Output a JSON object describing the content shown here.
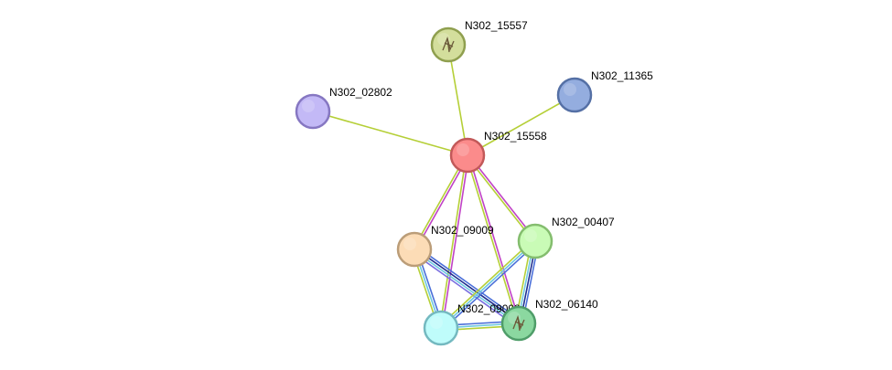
{
  "nodes": [
    {
      "id": "n15557",
      "label": "N302_15557",
      "fill": "#d3de9c",
      "stroke": "#8f9f4f",
      "structure": true
    },
    {
      "id": "n11365",
      "label": "N302_11365",
      "fill": "#94addf",
      "stroke": "#5570a5",
      "structure": false
    },
    {
      "id": "n02802",
      "label": "N302_02802",
      "fill": "#c3b9f6",
      "stroke": "#8677c2",
      "structure": false
    },
    {
      "id": "n15558",
      "label": "N302_15558",
      "fill": "#fb8b8b",
      "stroke": "#c25959",
      "structure": false
    },
    {
      "id": "n09009",
      "label": "N302_09009",
      "fill": "#fcdcb6",
      "stroke": "#bb9d78",
      "structure": false
    },
    {
      "id": "n00407",
      "label": "N302_00407",
      "fill": "#c9fbb6",
      "stroke": "#84bd6e",
      "structure": false
    },
    {
      "id": "n09008",
      "label": "N302_09008",
      "fill": "#bffcfb",
      "stroke": "#74b9c0",
      "structure": false
    },
    {
      "id": "n06140",
      "label": "N302_06140",
      "fill": "#8bd8a0",
      "stroke": "#4f9d69",
      "structure": true
    }
  ],
  "edges": [
    {
      "source": "n15558",
      "target": "n15557",
      "colors": [
        "#b5cf37"
      ]
    },
    {
      "source": "n15558",
      "target": "n11365",
      "colors": [
        "#b5cf37"
      ]
    },
    {
      "source": "n15558",
      "target": "n02802",
      "colors": [
        "#b5cf37"
      ]
    },
    {
      "source": "n15558",
      "target": "n09009",
      "colors": [
        "#c042c6",
        "#b5cf37"
      ]
    },
    {
      "source": "n15558",
      "target": "n00407",
      "colors": [
        "#c042c6",
        "#b5cf37"
      ]
    },
    {
      "source": "n15558",
      "target": "n09008",
      "colors": [
        "#c042c6",
        "#b5cf37"
      ]
    },
    {
      "source": "n15558",
      "target": "n06140",
      "colors": [
        "#c042c6",
        "#b5cf37"
      ]
    },
    {
      "source": "n09009",
      "target": "n09008",
      "colors": [
        "#4a6fd9",
        "#6ec8e0",
        "#b5cf37"
      ]
    },
    {
      "source": "n09009",
      "target": "n06140",
      "colors": [
        "#4a6fd9",
        "#1f2f8f",
        "#6ec8e0",
        "#7a6fe0"
      ]
    },
    {
      "source": "n00407",
      "target": "n09008",
      "colors": [
        "#4a6fd9",
        "#6ec8e0",
        "#b5cf37"
      ]
    },
    {
      "source": "n00407",
      "target": "n06140",
      "colors": [
        "#4a6fd9",
        "#1f2f8f",
        "#6ec8e0",
        "#b5cf37"
      ]
    },
    {
      "source": "n09008",
      "target": "n06140",
      "colors": [
        "#4a6fd9",
        "#6ec8e0",
        "#b5cf37"
      ]
    }
  ]
}
